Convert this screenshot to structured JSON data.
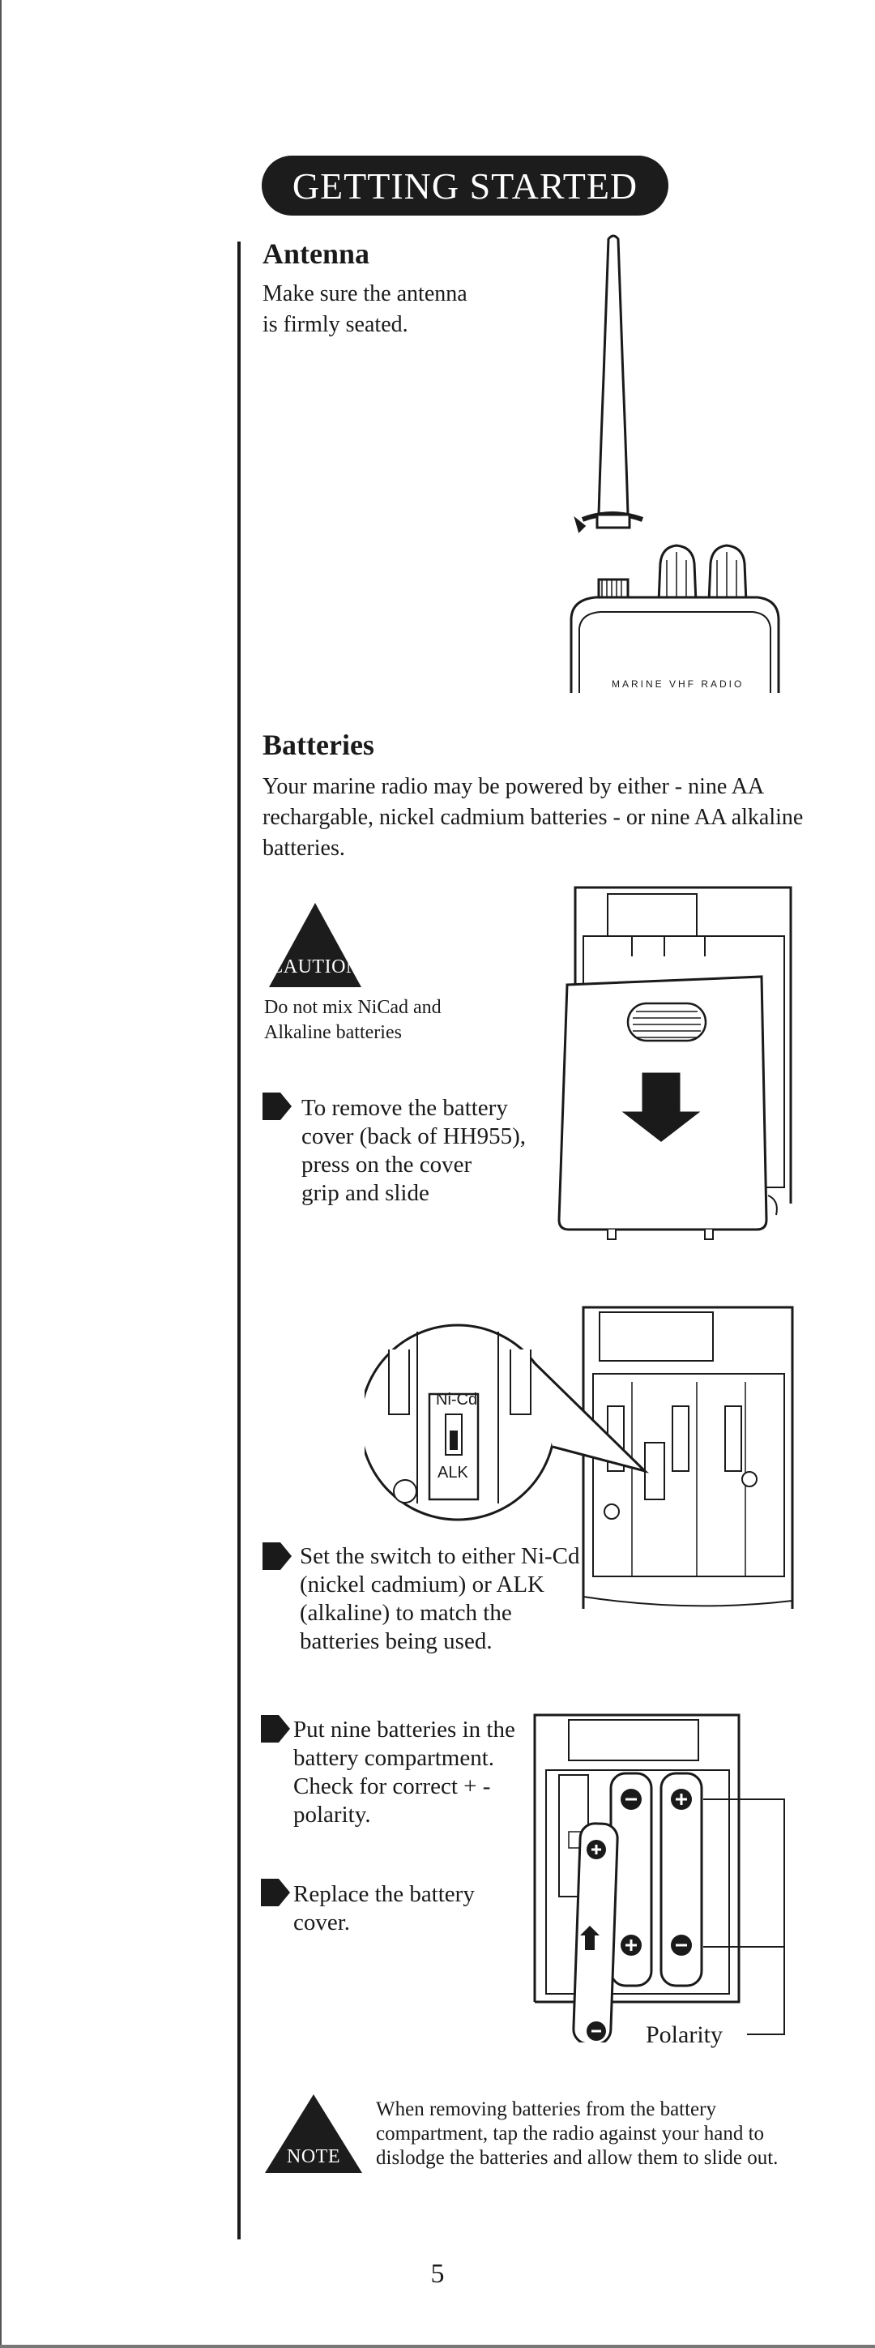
{
  "banner": {
    "title": "GETTING STARTED"
  },
  "antenna": {
    "heading": "Antenna",
    "text_lines": [
      "Make sure the antenna",
      "is firmly seated."
    ],
    "radio_label": "MARINE    VHF    RADIO"
  },
  "batteries": {
    "heading": "Batteries",
    "intro_lines": [
      "Your marine radio may be powered by either - nine AA",
      "rechargable, nickel cadmium batteries - or nine AA alkaline",
      "batteries."
    ],
    "caution": {
      "label": "CAUTION",
      "text_lines": [
        "Do not mix NiCad and",
        "Alkaline batteries"
      ]
    },
    "step_remove_lines": [
      "To remove the battery",
      "cover (back of HH955),",
      "press on the cover",
      "grip and slide"
    ],
    "switch_labels": {
      "nicd": "Ni-Cd",
      "alk": "ALK"
    },
    "step_switch_lines": [
      "Set the switch to either Ni-Cd",
      "(nickel cadmium) or ALK",
      "(alkaline) to match the",
      "batteries being used."
    ],
    "step_insert_lines": [
      "Put nine batteries in the",
      "battery compartment.",
      "Check for correct + -",
      "polarity."
    ],
    "step_replace_lines": [
      "Replace the battery",
      "cover."
    ],
    "polarity_label": "Polarity"
  },
  "note": {
    "label": "NOTE",
    "text_lines": [
      "When removing batteries from the battery",
      "compartment, tap the radio against your hand to",
      "dislodge the batteries and allow them to slide out."
    ]
  },
  "page_number": "5"
}
